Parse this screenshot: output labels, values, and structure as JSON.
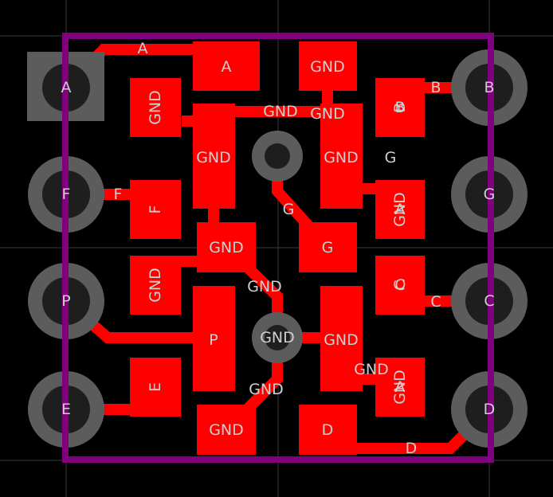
{
  "colors": {
    "background": "#000000",
    "grid": "#3a3a3a",
    "copper": "#ff0000",
    "pad_ring": "#5c5c5c",
    "pad_hole": "#1e1e1e",
    "outline": "#800080",
    "label": "#cfcfcf"
  },
  "pins": {
    "a": "A",
    "b": "B",
    "c": "C",
    "d": "D",
    "e": "E",
    "f": "F",
    "g": "G",
    "p": "P"
  },
  "pad_labels": {
    "a": "A",
    "b": "B",
    "c": "C",
    "d": "D",
    "e": "E",
    "f": "F",
    "g": "G",
    "p": "P",
    "b_ghost": "B",
    "c_ghost": "C",
    "a_ghost1": "A",
    "a_ghost2": "A"
  },
  "net_labels": {
    "a": "A",
    "b": "B",
    "c": "C",
    "d": "D",
    "f": "F",
    "g1": "G",
    "g2": "G",
    "gnd1": "GND",
    "gnd2": "GND",
    "gnd3": "GND",
    "gnd4": "GND",
    "gnd5": "GND",
    "gnd6": "GND",
    "gnd7": "GND"
  },
  "gnd": {
    "top": "GND",
    "left_top": "GND",
    "col_mid": "GND",
    "col_right": "GND",
    "center_left": "GND",
    "left_mid": "GND",
    "right_mid": "GND",
    "bottom_left": "GND",
    "right_top_v": "GND",
    "right_bot_v": "GND",
    "via_center": "GND"
  }
}
